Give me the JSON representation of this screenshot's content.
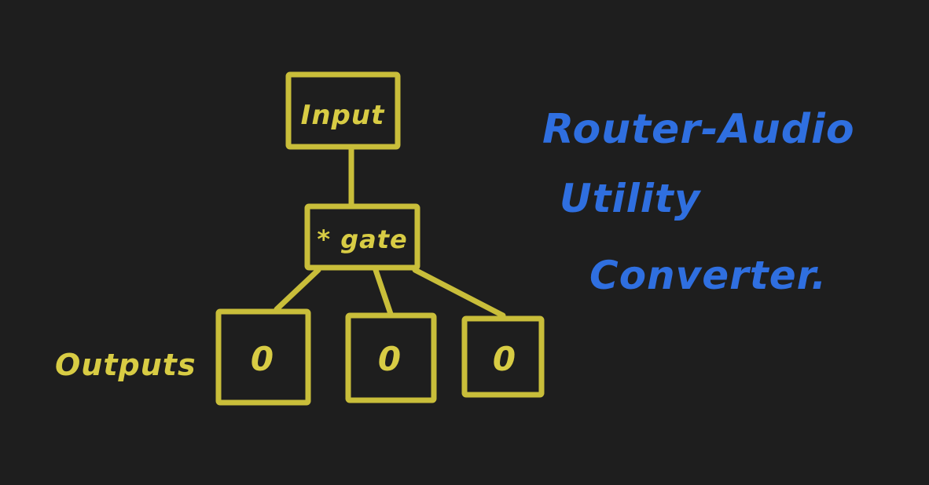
{
  "diagram": {
    "colors": {
      "background": "#1e1e1e",
      "stroke": "#c9be3a",
      "text_yellow": "#d8cc44",
      "text_blue": "#2f6fe0"
    },
    "nodes": {
      "input": {
        "label": "Input"
      },
      "gate": {
        "label": "* gate"
      },
      "outputs": [
        {
          "label": "0"
        },
        {
          "label": "0"
        },
        {
          "label": "0"
        }
      ]
    },
    "outputs_label": "Outputs",
    "description": [
      "Router-Audio",
      "Utility",
      "Converter."
    ]
  }
}
